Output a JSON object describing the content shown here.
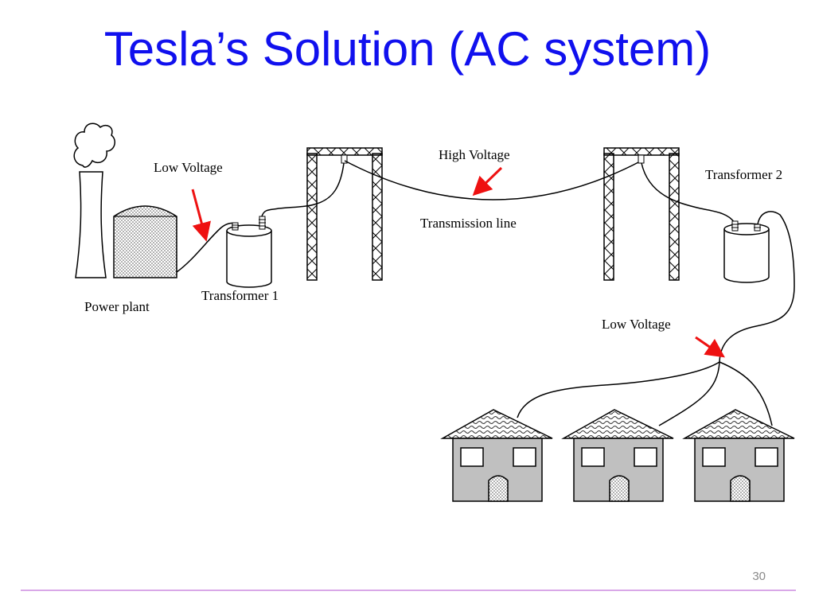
{
  "slide": {
    "title": "Tesla’s Solution (AC system)",
    "page_number": "30"
  },
  "labels": {
    "power_plant": "Power plant",
    "low_voltage_1": "Low Voltage",
    "transformer_1": "Transformer 1",
    "high_voltage": "High Voltage",
    "transmission_line": "Transmission line",
    "transformer_2": "Transformer 2",
    "low_voltage_2": "Low Voltage"
  },
  "colors": {
    "title": "#1010ee",
    "arrow": "#ee1111",
    "house_body": "#c0c0c0",
    "footer_rule": "#d9a8e8"
  }
}
